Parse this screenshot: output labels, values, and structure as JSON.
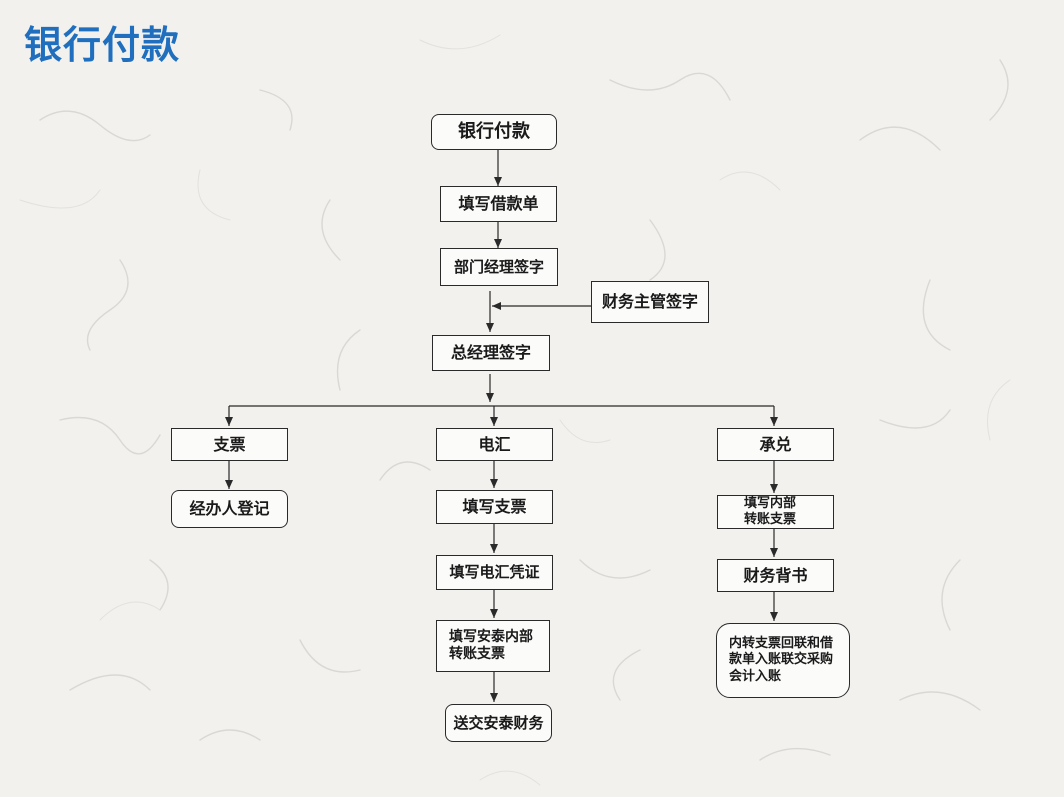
{
  "page": {
    "title": "银行付款",
    "title_color": "#1f6fbe"
  },
  "flowchart": {
    "start": "银行付款",
    "fill_loan_form": "填写借款单",
    "dept_manager_sign": "部门经理签字",
    "finance_supervisor_sign": "财务主管签字",
    "general_manager_sign": "总经理签字",
    "branches": {
      "cheque": {
        "label": "支票",
        "steps": [
          "经办人登记"
        ]
      },
      "wire": {
        "label": "电汇",
        "steps": [
          "填写支票",
          "填写电汇凭证",
          "填写安泰内部\n转账支票",
          "送交安泰财务"
        ]
      },
      "acceptance": {
        "label": "承兑",
        "steps": [
          "填写内部\n转账支票",
          "财务背书",
          "内转支票回联和借\n款单入账联交采购\n会计入账"
        ]
      }
    }
  }
}
